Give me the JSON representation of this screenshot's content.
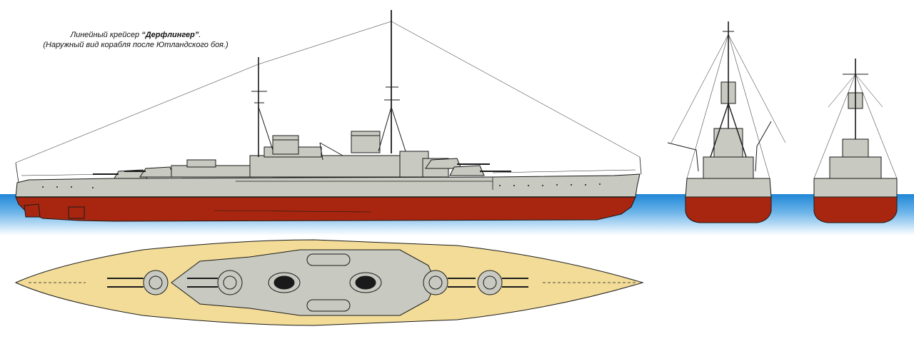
{
  "caption": {
    "line1_prefix": "Линейный крейсер ",
    "ship_name": "“Дерфлингер”",
    "line1_suffix": ".",
    "line2": "(Наружный вид корабля после Ютландского боя.)"
  },
  "colors": {
    "hull_red": "#a8260f",
    "superstructure_gray": "#c8c9c0",
    "deck_yellow": "#f2dc98",
    "sea_blue": "#1f86d6",
    "line": "#1a1a1a"
  }
}
